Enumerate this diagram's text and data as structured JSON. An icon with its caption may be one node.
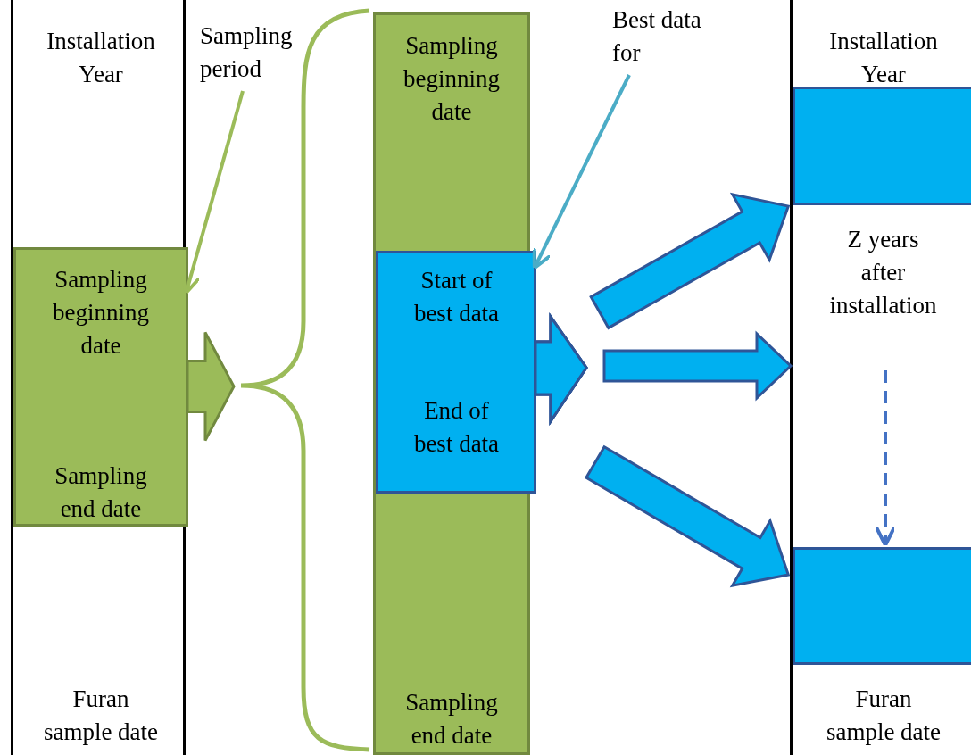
{
  "diagram": {
    "nodes": [
      {
        "text": [
          "Installation Year",
          "Furan sample date"
        ]
      },
      {
        "text": [
          "Sampling beginning date",
          "Sampling end date"
        ],
        "in": 0
      },
      {
        "text": [
          "Sampling period"
        ]
      },
      {
        "text": [
          "Sampling beginning date",
          "Sampling end date"
        ]
      },
      {
        "text": [
          "Start of best data",
          "End of best data"
        ],
        "in": 3
      },
      {
        "text": [
          "Best data for"
        ]
      },
      {
        "text": [
          "Installation Year",
          "Furan sample date"
        ]
      },
      {
        "text": [],
        "shape": "box",
        "in": 6
      },
      {
        "text": [
          "Z years after installation"
        ],
        "in": 6
      },
      {
        "text": [],
        "shape": "box",
        "in": 6
      }
    ],
    "edges": [
      {
        "from": 2,
        "to": 1,
        "arrow": "to",
        "color": "#9bbb59"
      },
      {
        "from": 1,
        "to": null,
        "arrow": "to",
        "style": "thick",
        "color": "#9bbb59"
      },
      {
        "from": 5,
        "to": 4,
        "arrow": "to",
        "color": "#4bacc6"
      },
      {
        "from": 4,
        "to": 7,
        "arrow": "to",
        "style": "thick",
        "color": "#00b0f0"
      },
      {
        "from": 4,
        "to": 8,
        "arrow": "to",
        "style": "thick",
        "color": "#00b0f0"
      },
      {
        "from": 4,
        "to": 9,
        "arrow": "to",
        "style": "thick",
        "color": "#00b0f0"
      },
      {
        "from": 8,
        "to": 9,
        "arrow": "to",
        "style": "dashed",
        "color": "#4472c4"
      }
    ]
  }
}
